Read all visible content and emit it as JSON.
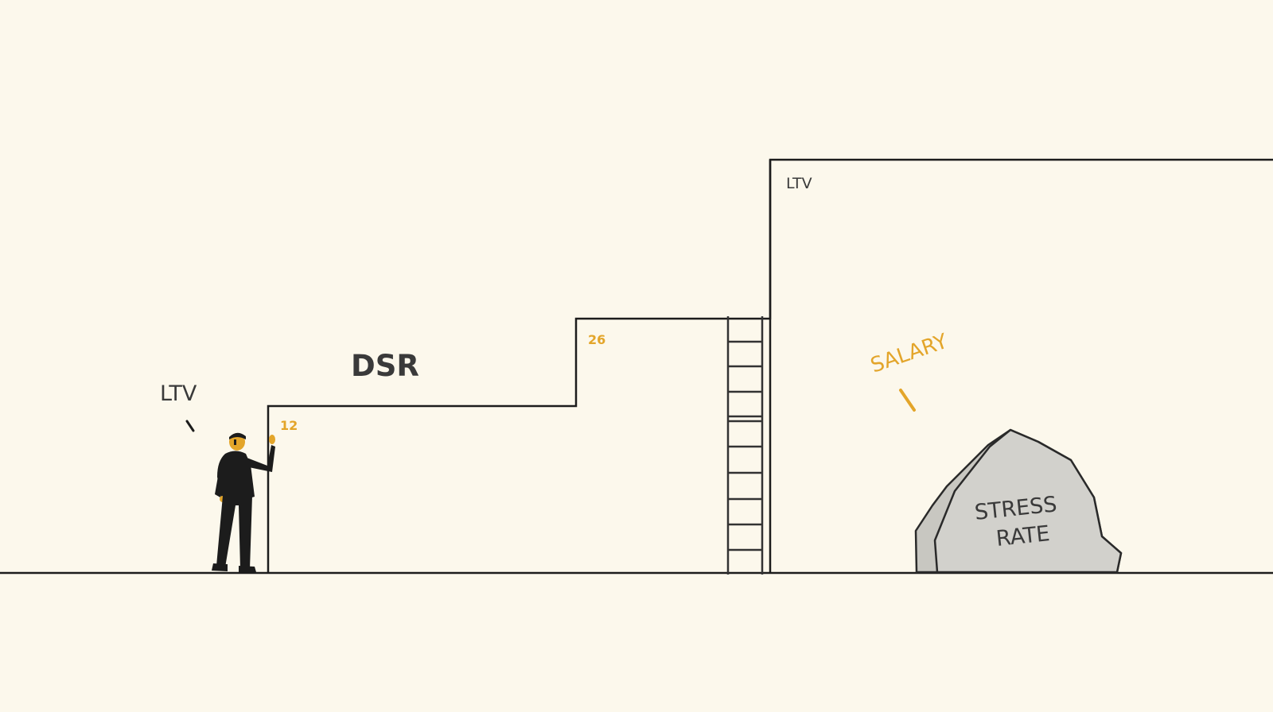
{
  "labels": {
    "ltv_left": "LTV",
    "dsr": "DSR",
    "ltv_top": "LTV",
    "step_one": "12",
    "step_two": "26",
    "salary": "SALARY",
    "rock_line_one": "STRESS",
    "rock_line_two": "RATE"
  },
  "icons": {
    "person": "person-figure-icon",
    "ladder": "ladder-icon",
    "rock": "boulder-icon"
  },
  "colors": {
    "background": "#fcf8ec",
    "line": "#1c1c1c",
    "text": "#3a3a3a",
    "accent": "#e3a52a",
    "rock": "#d2d1cc"
  }
}
